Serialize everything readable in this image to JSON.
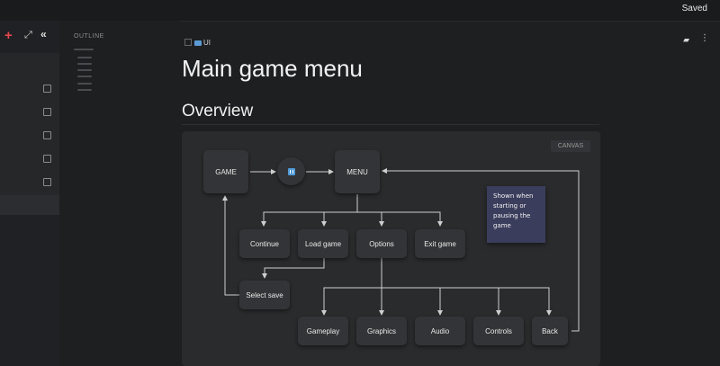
{
  "topbar": {
    "status": "Saved"
  },
  "outline": {
    "title": "OUTLINE"
  },
  "header": {
    "breadcrumb": "UI"
  },
  "page": {
    "title": "Main game menu",
    "section": "Overview"
  },
  "canvas": {
    "badge": "CANVAS",
    "nodes": {
      "game": "GAME",
      "menu": "MENU",
      "continue": "Continue",
      "load_game": "Load game",
      "options": "Options",
      "exit_game": "Exit game",
      "select_save": "Select save",
      "gameplay": "Gameplay",
      "graphics": "Graphics",
      "audio": "Audio",
      "controls": "Controls",
      "back": "Back"
    },
    "sticky": "Shown when starting or pausing the game"
  },
  "icons": {
    "plus": "plus-icon",
    "expand": "expand-icon",
    "collapse": "collapse-sidebar-icon",
    "comments": "comment-icon",
    "more": "more-vertical-icon",
    "pause": "pause-icon"
  },
  "colors": {
    "accent_red": "#e5484d",
    "pause_blue": "#4f9bd9",
    "sticky_bg": "#3b3d5c"
  }
}
